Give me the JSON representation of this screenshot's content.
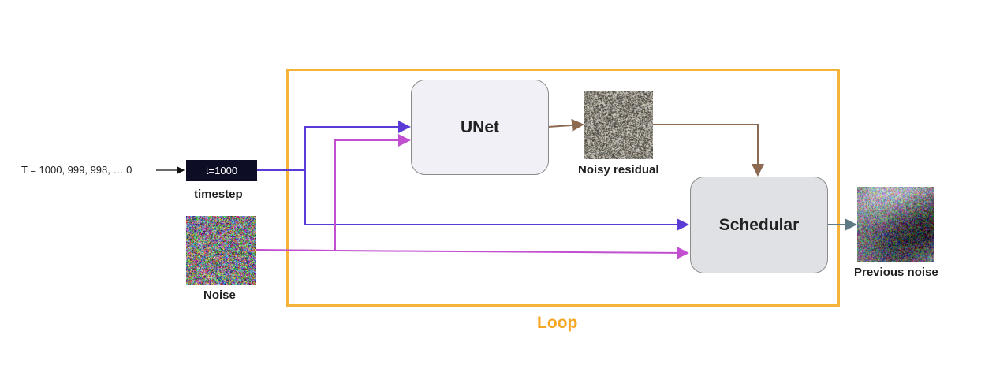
{
  "input_sequence": "T = 1000, 999, 998,  … 0",
  "timestep_box": "t=1000",
  "timestep_label": "timestep",
  "noise_label": "Noise",
  "unet_label": "UNet",
  "noisy_residual_label": "Noisy residual",
  "scheduler_label": "Schedular",
  "previous_noise_label": "Previous noise",
  "loop_label": "Loop",
  "colors": {
    "timestep_arrow": "#5b3bd6",
    "noise_arrow": "#c14fcf",
    "residual_arrow": "#8c6a52",
    "output_arrow": "#5f7a85",
    "loop_frame": "#f6b33a",
    "unet_fill": "#f1f0f6",
    "scheduler_fill": "#dfe1e4"
  }
}
